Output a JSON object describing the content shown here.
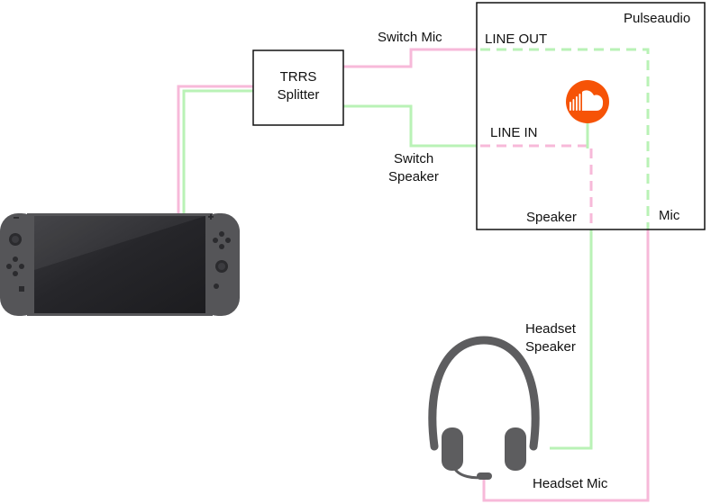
{
  "labels": {
    "splitter_line1": "TRRS",
    "splitter_line2": "Splitter",
    "switch_mic": "Switch Mic",
    "switch_speaker_line1": "Switch",
    "switch_speaker_line2": "Speaker",
    "pulseaudio": "Pulseaudio",
    "line_out": "LINE OUT",
    "line_in": "LINE IN",
    "speaker": "Speaker",
    "mic": "Mic",
    "headset_speaker_line1": "Headset",
    "headset_speaker_line2": "Speaker",
    "headset_mic": "Headset Mic"
  },
  "icons": {
    "console": "game-console-icon",
    "headset": "headset-icon",
    "soundcloud": "soundcloud-icon"
  },
  "colors": {
    "mic_wire": "#f7b9d9",
    "speaker_wire": "#b9f2b6",
    "box_border": "#111111",
    "soundcloud": "#f65307",
    "console_body": "#555558",
    "console_screen": "#242427",
    "headset": "#5d5d5f"
  }
}
